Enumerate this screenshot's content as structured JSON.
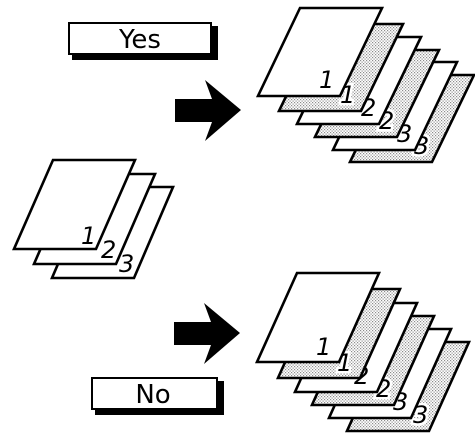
{
  "buttons": {
    "yes_label": "Yes",
    "no_label": "No"
  },
  "original": {
    "numbers": [
      "1",
      "2",
      "3"
    ]
  },
  "result_yes": {
    "numbers": [
      "1",
      "1",
      "2",
      "2",
      "3",
      "3"
    ]
  },
  "result_no": {
    "numbers": [
      "1",
      "1",
      "2",
      "2",
      "3",
      "3"
    ]
  },
  "colors": {
    "ink": "#000000",
    "paper": "#ffffff",
    "stipple": "#9a9a9a"
  },
  "icons": {
    "arrow": "arrow-right-icon"
  }
}
